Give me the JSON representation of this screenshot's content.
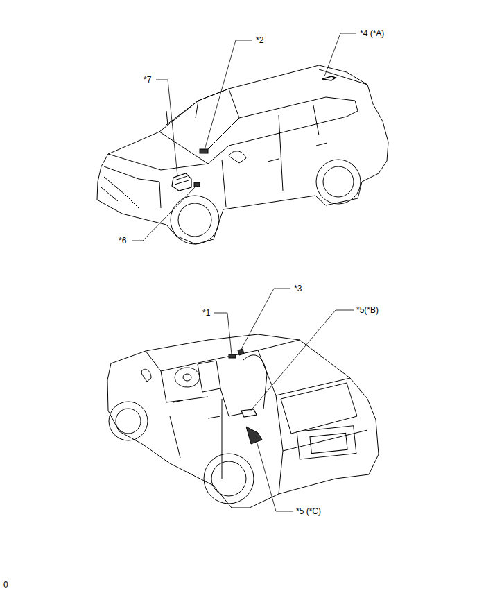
{
  "diagram": {
    "labels": [
      "*4 (*A)",
      "*2",
      "*7",
      "*6",
      "*3",
      "*1",
      "*5(*B)",
      "*5 (*C)",
      "0"
    ]
  }
}
